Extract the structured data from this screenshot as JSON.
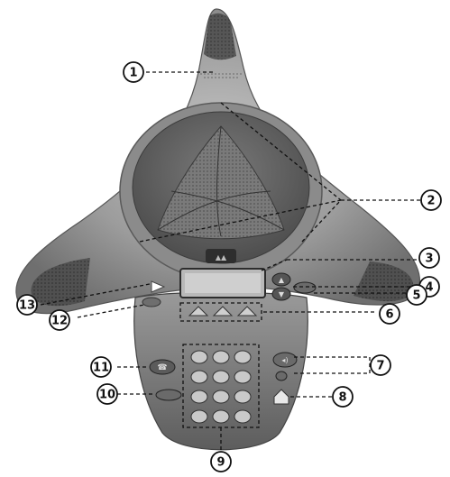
{
  "callouts": [
    {
      "number": "1"
    },
    {
      "number": "2"
    },
    {
      "number": "3"
    },
    {
      "number": "4"
    },
    {
      "number": "5"
    },
    {
      "number": "6"
    },
    {
      "number": "7"
    },
    {
      "number": "8"
    },
    {
      "number": "9"
    },
    {
      "number": "10"
    },
    {
      "number": "11"
    },
    {
      "number": "12"
    },
    {
      "number": "13"
    }
  ],
  "icons": {
    "brand_logo": "brand-logo-icon",
    "phone": "phone-handset-icon",
    "mute": "mute-icon",
    "volume": "volume-icon",
    "menu": "menu-icon",
    "speaker": "speaker-icon",
    "redial": "redial-icon"
  },
  "colors": {
    "phone_body": "#9a9a9a",
    "phone_dark": "#6e6e6e",
    "phone_light": "#c8c8c8",
    "keypad_area": "#8a8a8a",
    "key_face": "#c9c9c9",
    "callout_ring": "#111111",
    "leader_line": "#111111"
  }
}
